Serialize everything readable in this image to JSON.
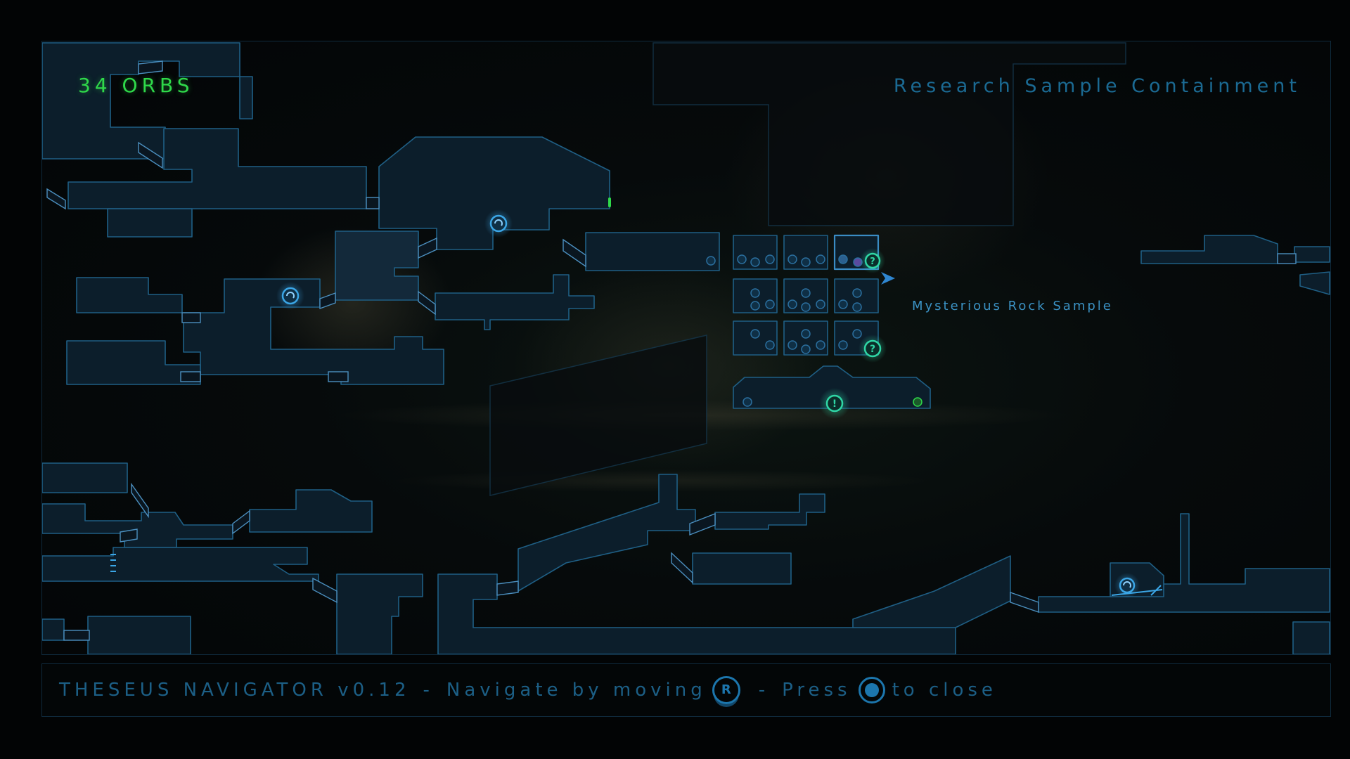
{
  "hud": {
    "orb_count": "34 ORBS",
    "area_name": "Research Sample Containment",
    "location_label": "Mysterious Rock Sample"
  },
  "footer": {
    "app_name": "THESEUS NAVIGATOR v0.12",
    "separator_1": "-",
    "navigate_text": "Navigate by moving",
    "stick_label": "R",
    "separator_2": "-",
    "press_text": "Press",
    "close_text": "to close"
  },
  "icons": {
    "right_stick": "right-stick-icon",
    "circle_button": "circle-button-icon",
    "save_point": "spiral-icon",
    "unknown_marker": "question-mark-icon",
    "alert_marker": "exclamation-icon",
    "player_marker": "arrow-icon"
  },
  "colors": {
    "room_fill": "#0c1e2b",
    "room_stroke": "#1f5f85",
    "orb_text": "#2fd94a",
    "title_text": "#1b6a93",
    "marker_teal": "#2fd6a5",
    "marker_blue": "#3ba6e6"
  }
}
